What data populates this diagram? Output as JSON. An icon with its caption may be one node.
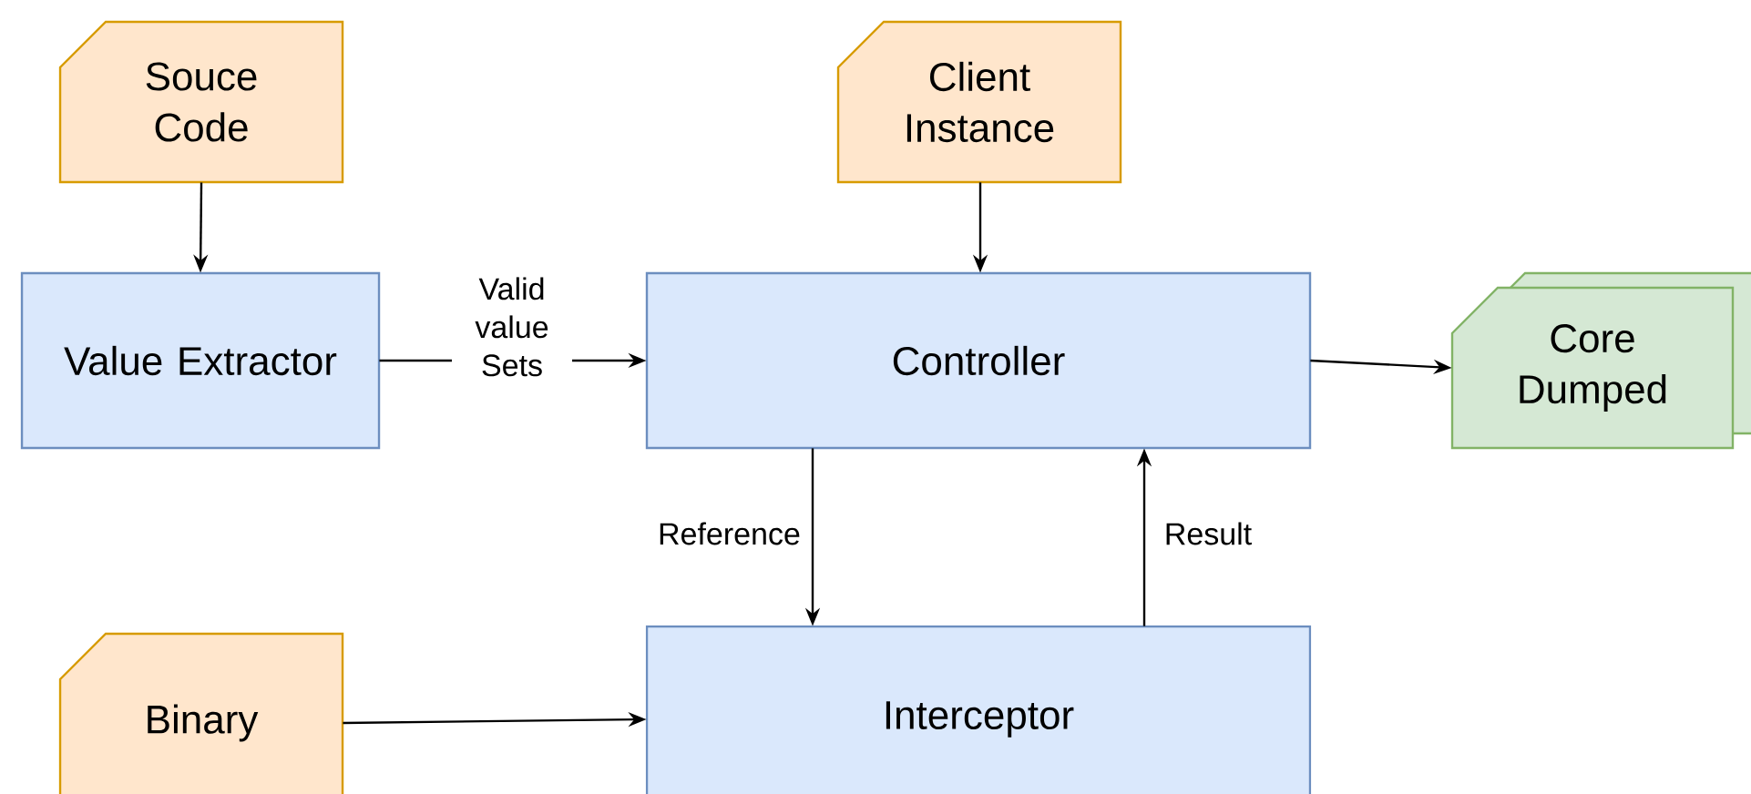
{
  "diagram": {
    "nodes": [
      {
        "text": [
          "Souce Code"
        ]
      },
      {
        "text": [
          "Client Instance"
        ]
      },
      {
        "text": [
          "Value Extractor"
        ]
      },
      {
        "text": [
          "Controller"
        ]
      },
      {
        "text": [
          "Core Dumped"
        ]
      },
      {
        "text": [
          "Binary"
        ]
      },
      {
        "text": [
          "Interceptor"
        ]
      }
    ],
    "edges": [
      {
        "from": 0,
        "to": 2,
        "arrow": "to"
      },
      {
        "from": 1,
        "to": 3,
        "arrow": "to"
      },
      {
        "from": 2,
        "to": 3,
        "arrow": "to",
        "label": "Valid value Sets"
      },
      {
        "from": 3,
        "to": 4,
        "arrow": "to"
      },
      {
        "from": 3,
        "to": 6,
        "arrow": "to",
        "label": "Reference"
      },
      {
        "from": 6,
        "to": 3,
        "arrow": "to",
        "label": "Result"
      },
      {
        "from": 5,
        "to": 6,
        "arrow": "to"
      }
    ]
  }
}
